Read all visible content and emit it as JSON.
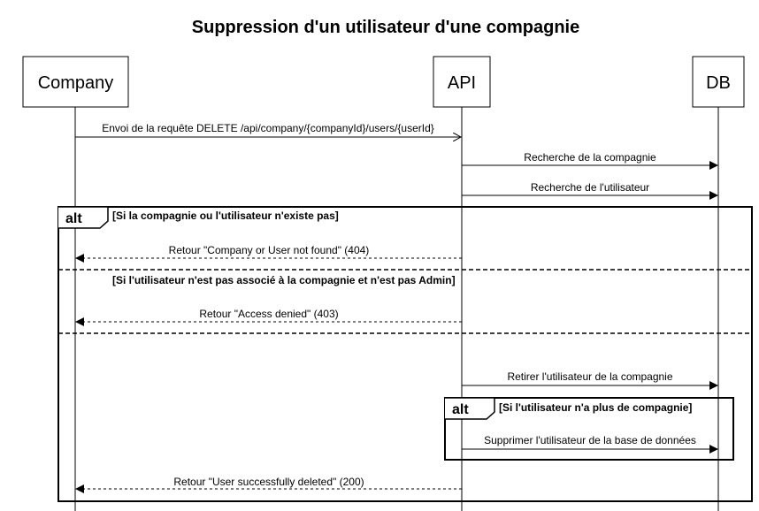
{
  "title": "Suppression d'un utilisateur d'une compagnie",
  "actors": [
    "Company",
    "API",
    "DB"
  ],
  "messages": [
    "Envoi de la requête DELETE /api/company/{companyId}/users/{userId}",
    "Recherche de la compagnie",
    "Recherche de l'utilisateur",
    "Retour \"Company or User not found\" (404)",
    "Retour \"Access denied\" (403)",
    "Retirer l'utilisateur de la compagnie",
    "Supprimer l'utilisateur de la base de données",
    "Retour \"User successfully deleted\" (200)"
  ],
  "fragments": {
    "outer_tag": "alt",
    "outer_conditions": [
      "[Si la compagnie ou l'utilisateur n'existe pas]",
      "[Si l'utilisateur n'est pas associé à la compagnie et n'est pas Admin]"
    ],
    "inner_tag": "alt",
    "inner_condition": "[Si l'utilisateur n'a plus de compagnie]"
  }
}
